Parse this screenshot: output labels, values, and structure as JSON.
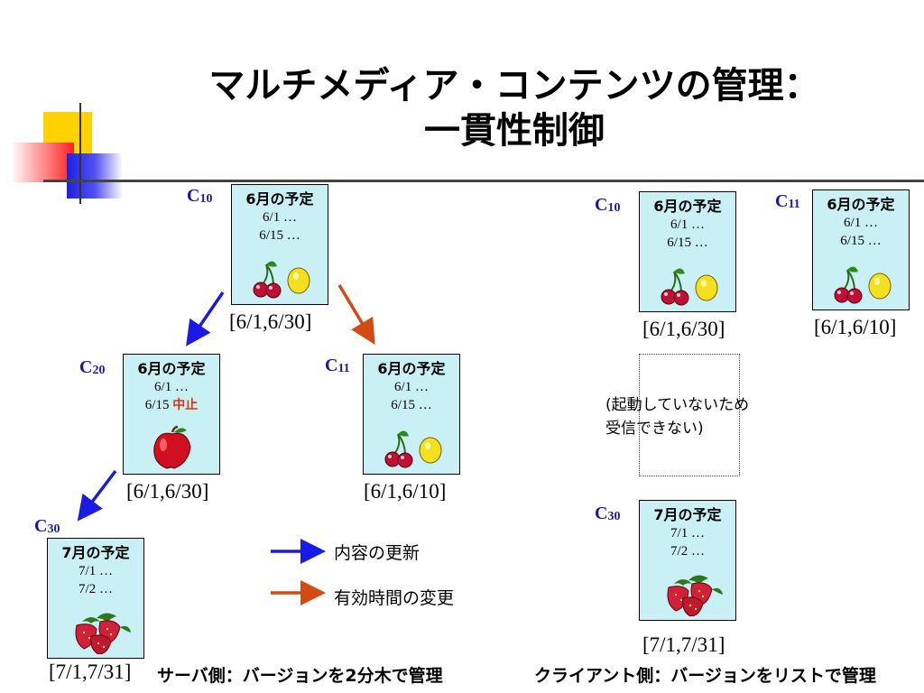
{
  "title": {
    "line1": "マルチメディア・コンテンツの管理：",
    "line2": "一貫性制御"
  },
  "server": {
    "cards": [
      {
        "id": "c10",
        "version": "C",
        "sub": "10",
        "title": "6月の予定",
        "line1": "6/1 …",
        "line2": "6/15 …",
        "cancel": "",
        "fruit": "cherry-lemon",
        "range": "[6/1,6/30]"
      },
      {
        "id": "c20",
        "version": "C",
        "sub": "20",
        "title": "6月の予定",
        "line1": "6/1 …",
        "line2": "6/15",
        "cancel": "中止",
        "fruit": "apple",
        "range": "[6/1,6/30]"
      },
      {
        "id": "c11",
        "version": "C",
        "sub": "11",
        "title": "6月の予定",
        "line1": "6/1 …",
        "line2": "6/15 …",
        "cancel": "",
        "fruit": "cherry-lemon",
        "range": "[6/1,6/10]"
      },
      {
        "id": "c30",
        "version": "C",
        "sub": "30",
        "title": "7月の予定",
        "line1": "7/1 …",
        "line2": "7/2 …",
        "cancel": "",
        "fruit": "strawberry",
        "range": "[7/1,7/31]"
      }
    ],
    "caption": "サーバ側：バージョンを2分木で管理"
  },
  "client": {
    "cards": [
      {
        "id": "c10",
        "version": "C",
        "sub": "10",
        "title": "6月の予定",
        "line1": "6/1 …",
        "line2": "6/15 …",
        "fruit": "cherry-lemon",
        "range": "[6/1,6/30]"
      },
      {
        "id": "c11",
        "version": "C",
        "sub": "11",
        "title": "6月の予定",
        "line1": "6/1 …",
        "line2": "6/15 …",
        "fruit": "cherry-lemon",
        "range": "[6/1,6/10]"
      },
      {
        "id": "c30",
        "version": "C",
        "sub": "30",
        "title": "7月の予定",
        "line1": "7/1 …",
        "line2": "7/2 …",
        "fruit": "strawberry",
        "range": "[7/1,7/31]"
      }
    ],
    "note_line1": "(起動していないため",
    "note_line2": "受信できない)",
    "caption": "クライアント側：バージョンをリストで管理"
  },
  "legend": {
    "content_update": "内容の更新",
    "validity_change": "有効時間の変更"
  },
  "colors": {
    "card_bg": "#c8f0f5",
    "content_update_arrow": "#1a1ae6",
    "validity_change_arrow": "#d24a14",
    "version_label": "#1a1aa0",
    "cancel_text": "#e03010"
  }
}
